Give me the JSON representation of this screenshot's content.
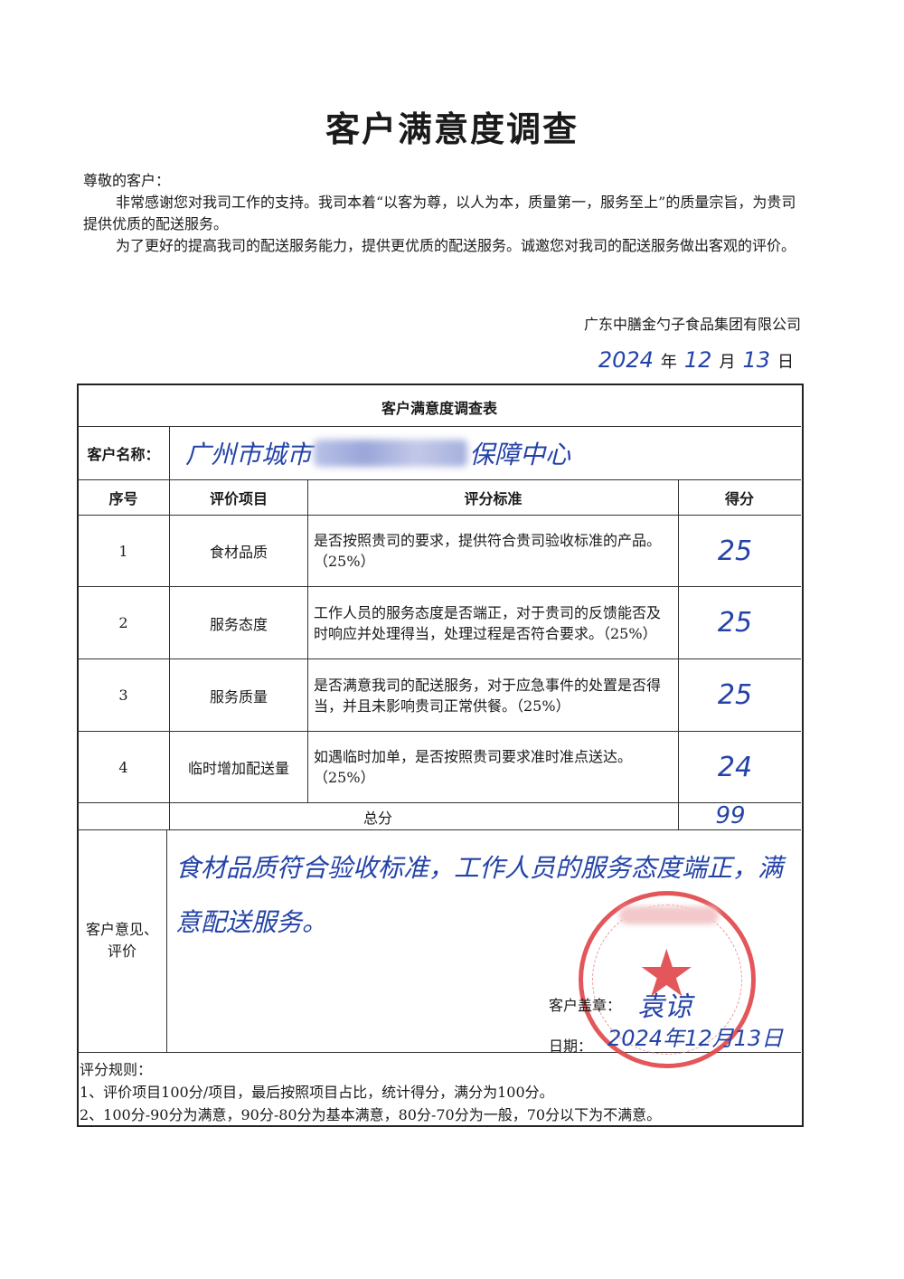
{
  "header": {
    "title": "客户满意度调查",
    "greeting": "尊敬的客户：",
    "paragraph1": "非常感谢您对我司工作的支持。我司本着“以客为尊，以人为本，质量第一，服务至上”的质量宗旨，为贵司提供优质的配送服务。",
    "paragraph2": "为了更好的提高我司的配送服务能力，提供更优质的配送服务。诚邀您对我司的配送服务做出客观的评价。",
    "company": "广东中膳金勺子食品集团有限公司",
    "date": {
      "year": "2024",
      "year_label": "年",
      "month": "12",
      "month_label": "月",
      "day": "13",
      "day_label": "日"
    }
  },
  "table": {
    "title": "客户满意度调查表",
    "customer_name_label": "客户名称：",
    "customer_name_prefix": "广州市城市",
    "customer_name_suffix": "保障中心",
    "headers": {
      "no": "序号",
      "item": "评价项目",
      "criteria": "评分标准",
      "score": "得分"
    },
    "rows": [
      {
        "no": "1",
        "item": "食材品质",
        "criteria": "是否按照贵司的要求，提供符合贵司验收标准的产品。（25%）",
        "score": "25"
      },
      {
        "no": "2",
        "item": "服务态度",
        "criteria": "工作人员的服务态度是否端正，对于贵司的反馈能否及时响应并处理得当，处理过程是否符合要求。（25%）",
        "score": "25"
      },
      {
        "no": "3",
        "item": "服务质量",
        "criteria": "是否满意我司的配送服务，对于应急事件的处置是否得当，并且未影响贵司正常供餐。（25%）",
        "score": "25"
      },
      {
        "no": "4",
        "item": "临时增加配送量",
        "criteria": "如遇临时加单，是否按照贵司要求准时准点送达。（25%）",
        "score": "24"
      }
    ],
    "total_label": "总分",
    "total_score": "99",
    "comment_label": "客户意见、评价",
    "comment_text": "食材品质符合验收标准，工作人员的服务态度端正，满意配送服务。",
    "seal_label": "客户盖章：",
    "seal_signature": "袁谅",
    "date_label": "日期：",
    "sign_date": "2024年12月13日"
  },
  "rules": {
    "title": "评分规则：",
    "rule1": "1、评价项目100分/项目，最后按照项目占比，统计得分，满分为100分。",
    "rule2": "2、100分-90分为满意，90分-80分为基本满意，80分-70分为一般，70分以下为不满意。"
  },
  "colors": {
    "handwriting": "#2443a8",
    "stamp": "#e0454a",
    "text": "#1a1a1a"
  }
}
